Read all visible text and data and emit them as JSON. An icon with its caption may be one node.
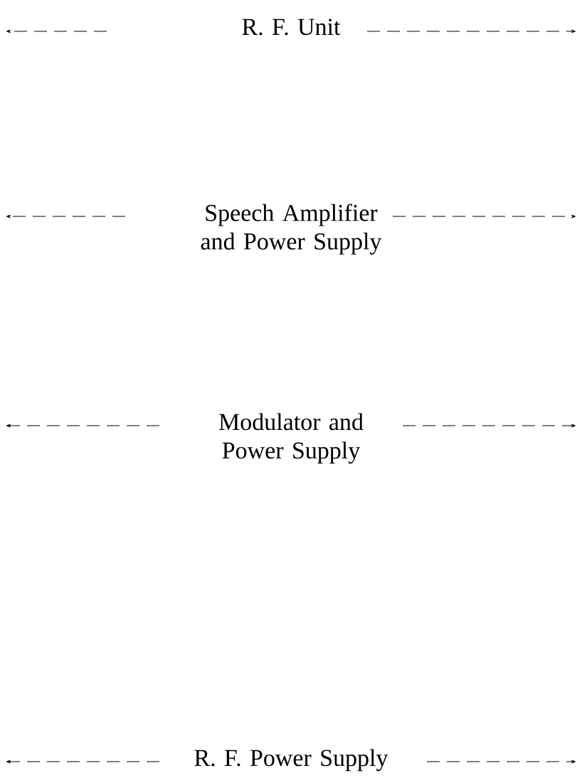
{
  "diagram": {
    "labels": [
      "R. F. Unit",
      "Speech Amplifier and Power Supply",
      "Modulator and Power Supply",
      "R. F. Power Supply"
    ]
  }
}
